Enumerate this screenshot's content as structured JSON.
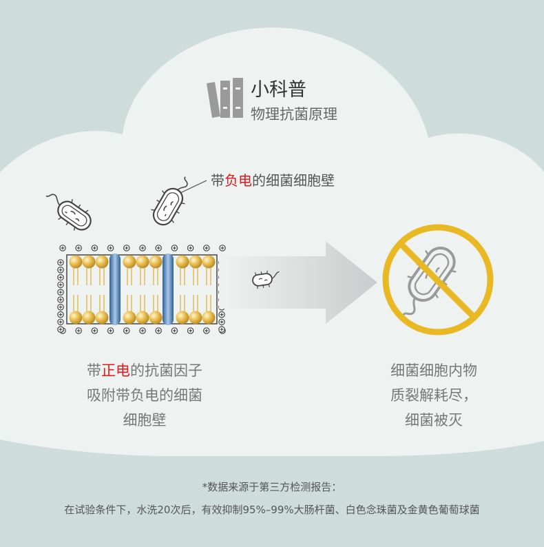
{
  "header": {
    "title": "小科普",
    "subtitle": "物理抗菌原理",
    "icon": "books-icon"
  },
  "callout": {
    "prefix": "带",
    "highlight": "负电",
    "suffix": "的细菌细胞壁"
  },
  "left_caption": {
    "line1_prefix": "带",
    "line1_highlight": "正电",
    "line1_suffix": "的抗菌因子",
    "line2": "吸附带负电的细菌",
    "line3": "细胞壁"
  },
  "right_caption": {
    "line1": "细菌细胞内物",
    "line2": "质裂解耗尽，",
    "line3": "细菌被灭"
  },
  "footer": {
    "line1": "*数据来源于第三方检测报告：",
    "line2": "在试验条件下，水洗20次后，有效抑制95%–99%大肠杆菌、白色念珠菌及金黄色葡萄球菌"
  },
  "colors": {
    "background": "#cfdcdc",
    "cloud": "#eef3f1",
    "highlight": "#e8151a",
    "ban_ring": "#e9b924",
    "bead": "#e0b54a",
    "channel": "#5f8fbf"
  }
}
